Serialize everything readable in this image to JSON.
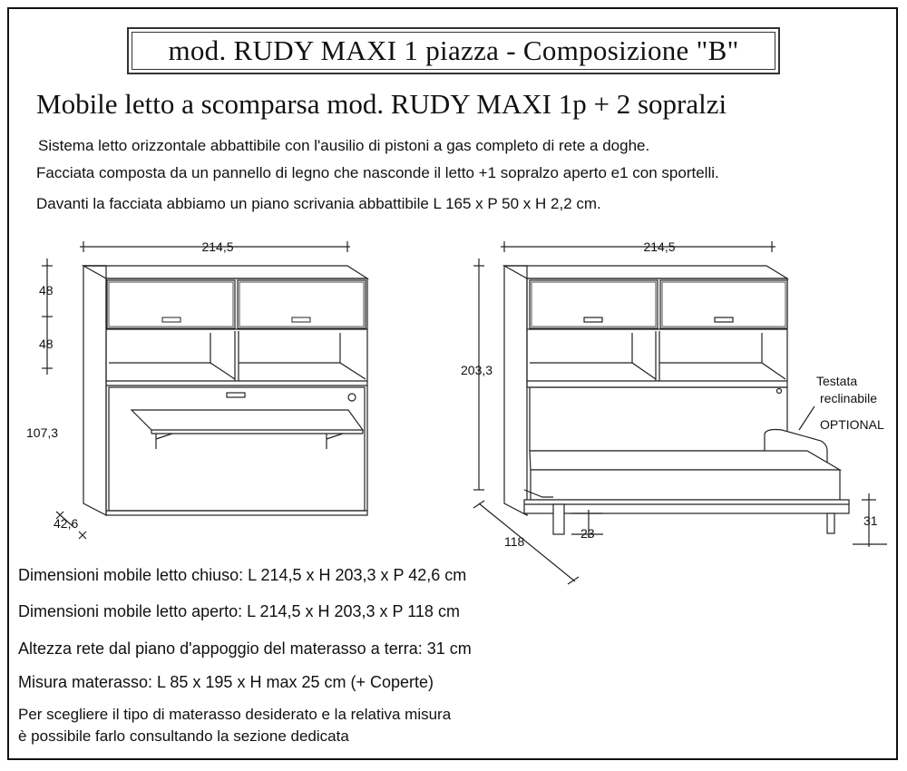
{
  "title": "mod. RUDY  MAXI 1 piazza - Composizione \"B\"",
  "heading": "Mobile letto a scomparsa mod. RUDY  MAXI 1p + 2 sopralzi",
  "description": [
    "Sistema letto orizzontale abbattibile con l'ausilio di pistoni a gas completo di rete a doghe.",
    "Facciata composta da un pannello di legno che nasconde il letto +1 sopralzo aperto e1 con sportelli.",
    "Davanti la facciata abbiamo un piano scrivania abbattibile L 165 x P 50 x H 2,2 cm."
  ],
  "closed_view": {
    "width": "214,5",
    "h_top": "48",
    "h_mid": "48",
    "h_bottom": "107,3",
    "depth": "42,6"
  },
  "open_view": {
    "width": "214,5",
    "height": "203,3",
    "depth": "118",
    "leg_height": "23",
    "frame_height": "31",
    "headboard_label_1": "Testata",
    "headboard_label_2": "reclinabile",
    "optional_label": "OPTIONAL"
  },
  "specs": [
    "Dimensioni mobile letto chiuso: L 214,5 x H 203,3 x P 42,6 cm",
    "Dimensioni mobile letto aperto: L 214,5 x H 203,3 x P 118 cm",
    "Altezza rete dal piano d'appoggio del materasso a terra: 31 cm",
    "Misura materasso: L 85 x 195 x H max 25 cm (+ Coperte)",
    "Per scegliere il tipo di materasso desiderato e la relativa misura",
    "è possibile farlo consultando la sezione dedicata"
  ]
}
